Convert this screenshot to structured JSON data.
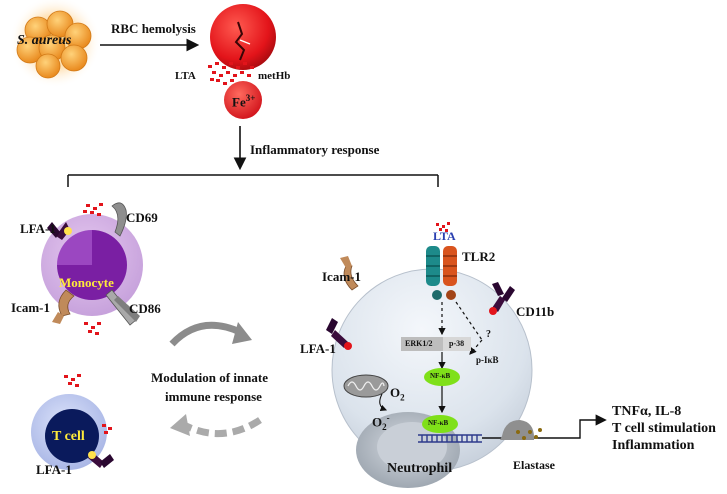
{
  "bacterium": "S. aureus",
  "hemolysis": "RBC hemolysis",
  "lta_top": "LTA",
  "methb": "metHb",
  "fe": "Fe",
  "fe_sup": "3+",
  "inflammatory": "Inflammatory response",
  "monocyte": {
    "name": "Monocyte",
    "lfa1": "LFA-1",
    "cd69": "CD69",
    "icam1": "Icam-1",
    "cd86": "CD86"
  },
  "tcell": {
    "name": "T cell",
    "lfa1": "LFA-1"
  },
  "modulation": {
    "line1": "Modulation of innate",
    "line2": "immune response"
  },
  "neutrophil": {
    "name": "Neutrophil",
    "lta": "LTA",
    "tlr2": "TLR2",
    "icam1": "Icam-1",
    "cd11b": "CD11b",
    "lfa1": "LFA-1",
    "erk": "ERK1/2",
    "p38": "p-38",
    "pikb": "p-IκB",
    "question": "?",
    "nfkb1": "NF-κB",
    "nfkb2": "NF-κB",
    "o2": "O",
    "o2_sub": "2",
    "o2m": "O",
    "o2m_sub": "2",
    "o2m_sup": "-",
    "elastase": "Elastase"
  },
  "outputs": {
    "line1": "TNFα, IL-8",
    "line2": "T cell stimulation",
    "line3": "Inflammation"
  },
  "colors": {
    "bacteria": "#f6a23c",
    "rbc": "#e5141b",
    "monocyte": "#7d1fa6",
    "tcell": "#0a1a5c",
    "neutrophil": "#dfe6ef",
    "nfkb": "#7fe019",
    "tlr_left": "#1d8a8a",
    "tlr_right": "#d9541e"
  }
}
